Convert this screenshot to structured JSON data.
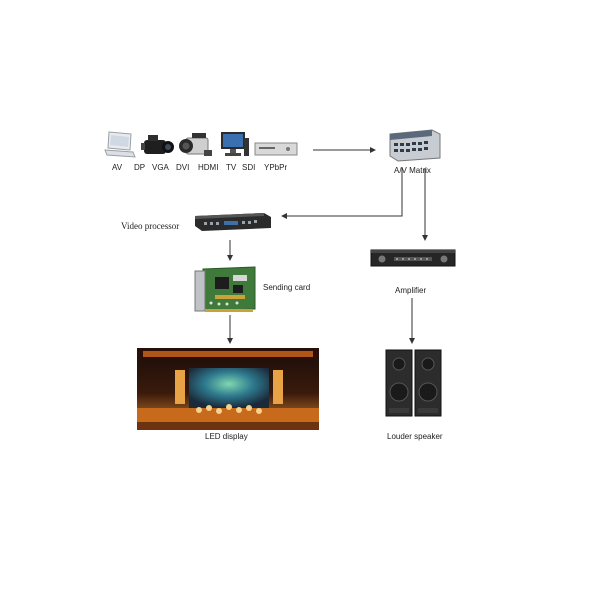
{
  "sources": {
    "labels": [
      "AV",
      "DP",
      "VGA",
      "DVI",
      "HDMI",
      "TV",
      "SDI",
      "YPbPr"
    ]
  },
  "nodes": {
    "av_matrix": "A/V Matrix",
    "video_processor": "Video processor",
    "sending_card": "Sending card",
    "amplifier": "Amplifier",
    "led_display": "LED display",
    "louder_speaker": "Louder speaker"
  },
  "icons": {
    "laptop": "laptop-icon",
    "camcorder": "camcorder-icon",
    "pro_camera": "video-camera-icon",
    "computer": "computer-monitor-icon",
    "dvd": "dvd-player-icon",
    "matrix": "av-matrix-device-icon",
    "processor": "video-processor-device-icon",
    "card": "sending-card-board-icon",
    "amp": "amplifier-device-icon",
    "screen": "led-screen-image",
    "speakers": "speaker-pair-icon"
  },
  "colors": {
    "arrow": "#333333",
    "device_dark": "#2b2b2b",
    "board_green": "#3f7a3a",
    "stage_orange": "#d7862a"
  }
}
